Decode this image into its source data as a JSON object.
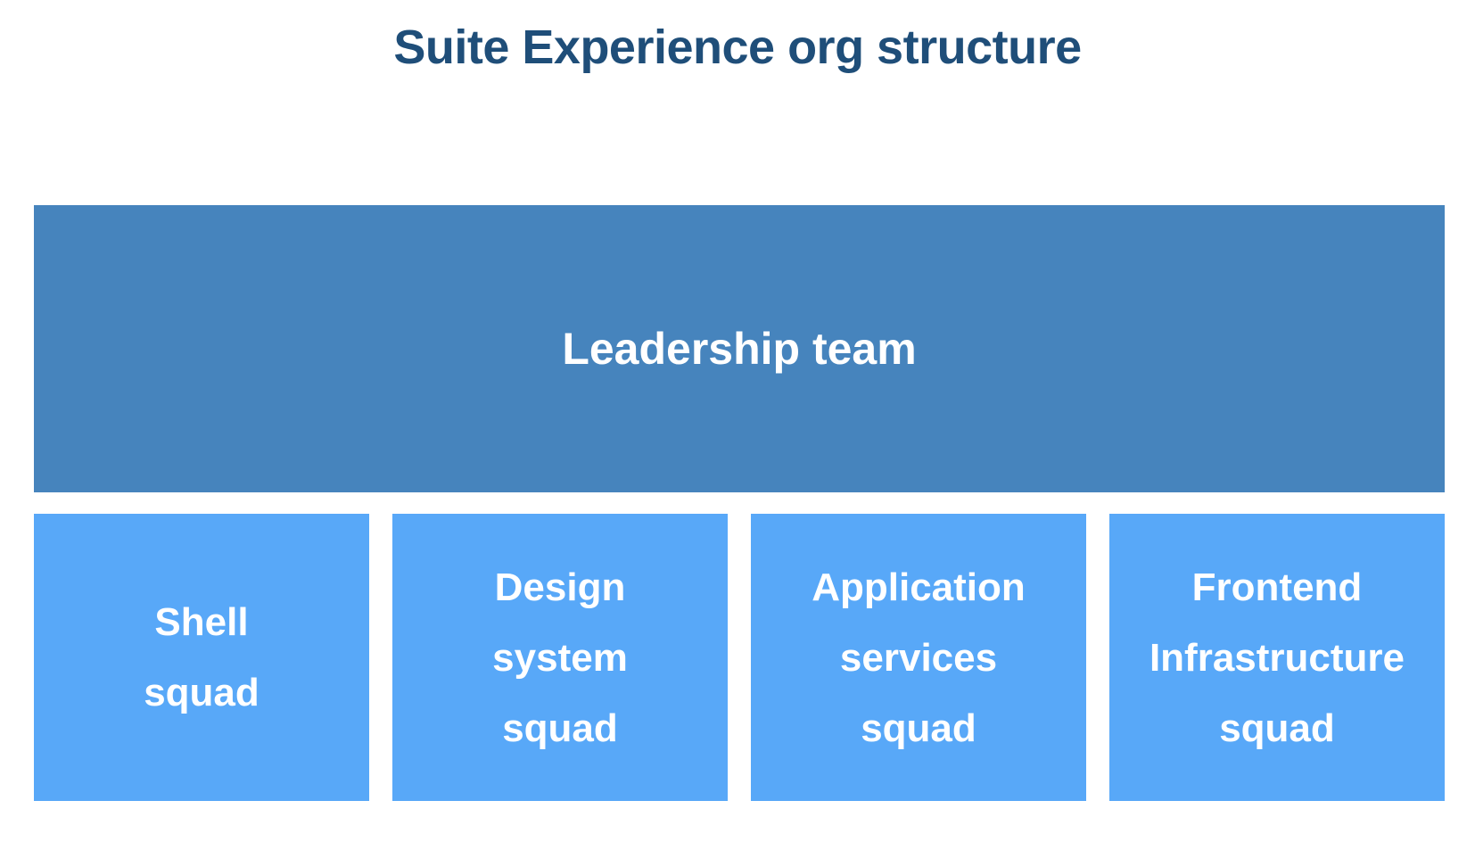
{
  "title": "Suite Experience org structure",
  "leadership": {
    "label": "Leadership team"
  },
  "squads": [
    {
      "label": "Shell\nsquad"
    },
    {
      "label": "Design\nsystem\nsquad"
    },
    {
      "label": "Application\nservices\nsquad"
    },
    {
      "label": "Frontend\nInfrastructure\nsquad"
    }
  ],
  "colors": {
    "title": "#1f4e79",
    "leadership_fill": "#4684bd",
    "squad_fill": "#58a8f8",
    "label_text": "#ffffff"
  }
}
